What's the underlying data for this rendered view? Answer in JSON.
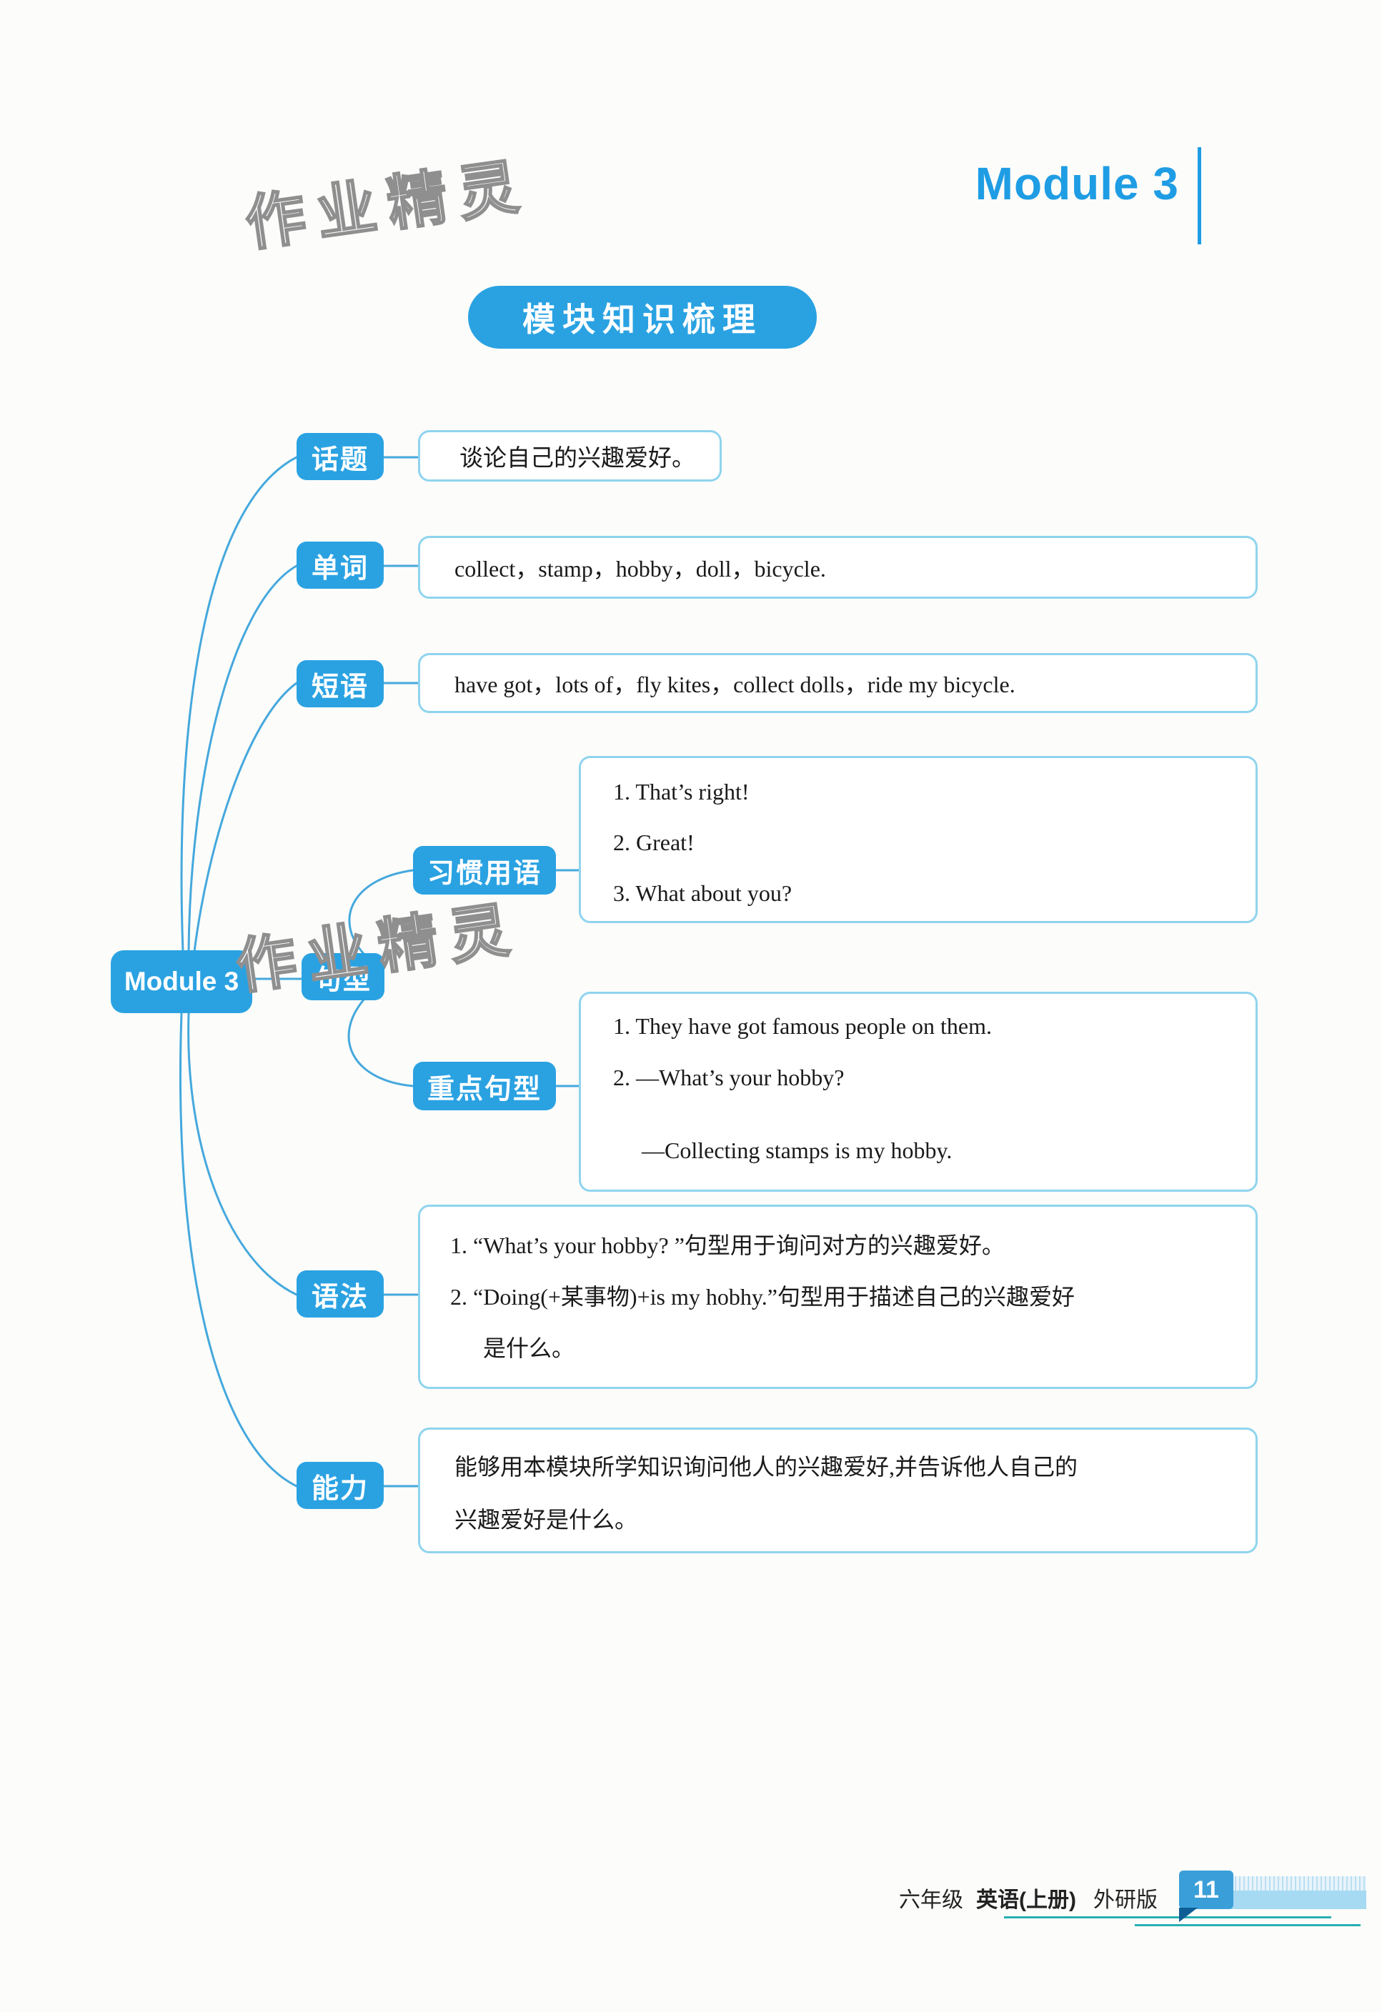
{
  "page": {
    "module_title": "Module 3",
    "section_pill": "模块知识梳理",
    "watermark": "作业精灵"
  },
  "colors": {
    "node_blue": "#2aa2e2",
    "line_blue": "#45a8dd",
    "box_border": "#8fd4ee",
    "title_blue": "#1f9de4",
    "teal_line": "#28afb4",
    "badge_blue": "#3a9fd8",
    "badge_fold": "#0e5e96",
    "bar_light": "#a6daf2"
  },
  "mindmap": {
    "root": {
      "label": "Module 3"
    },
    "topic": {
      "label": "话题",
      "text": "谈论自己的兴趣爱好。"
    },
    "words": {
      "label": "单词",
      "text": "collect，stamp，hobby，doll，bicycle."
    },
    "phrases": {
      "label": "短语",
      "text": "have got，lots of，fly kites，collect dolls，ride my bicycle."
    },
    "sentence_patterns": {
      "label": "句型"
    },
    "idioms": {
      "label": "习惯用语",
      "lines": [
        "1. That’s right!",
        "2. Great!",
        "3. What about you?"
      ]
    },
    "key_patterns": {
      "label": "重点句型",
      "lines": [
        "1. They have got famous people on them.",
        "2. —What’s your hobby?",
        "—Collecting stamps is my hobby."
      ]
    },
    "grammar": {
      "label": "语法",
      "lines": [
        "1. “What’s your hobby? ”句型用于询问对方的兴趣爱好。",
        "2. “Doing(+某事物)+is my hobhy.”句型用于描述自己的兴趣爱好",
        "是什么。"
      ]
    },
    "ability": {
      "label": "能力",
      "lines": [
        "能够用本模块所学知识询问他人的兴趣爱好,并告诉他人自己的",
        "兴趣爱好是什么。"
      ]
    }
  },
  "footer": {
    "grade": "六年级",
    "subject": "英语(上册)",
    "publisher": "外研版",
    "page_number": "11"
  }
}
